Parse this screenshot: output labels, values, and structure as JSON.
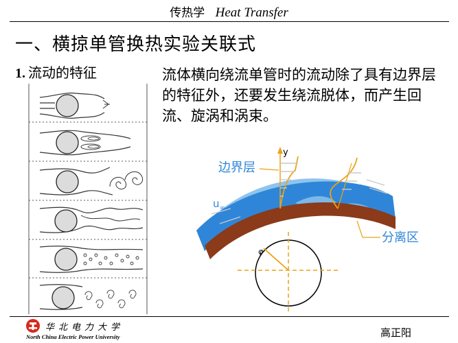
{
  "header": {
    "title_cn": "传热学",
    "title_en": "Heat Transfer"
  },
  "slide": {
    "title": "一、横掠单管换热实验关联式",
    "subtitle_number": "1.",
    "subtitle_text": "流动的特征",
    "paragraph": "流体横向绕流单管时的流动除了具有边界层的特征外，还要发生绕流脱体，而产生回流、旋涡和涡束。"
  },
  "diagram": {
    "labels": {
      "boundary_layer": "边界层",
      "separation_zone": "分离区",
      "u_inf": "u",
      "u_inf_sub": "∞",
      "y_axis": "y",
      "phi": "φ"
    },
    "colors": {
      "wall": "#8b3a1a",
      "flow": "#2f86d8",
      "flow_light": "#8fc4ee",
      "label_line": "#e8a317",
      "arrow": "#c9c9c9"
    }
  },
  "footer": {
    "university_cn": "华北电力大学",
    "university_en": "North China Electric Power University",
    "author": "高正阳"
  }
}
